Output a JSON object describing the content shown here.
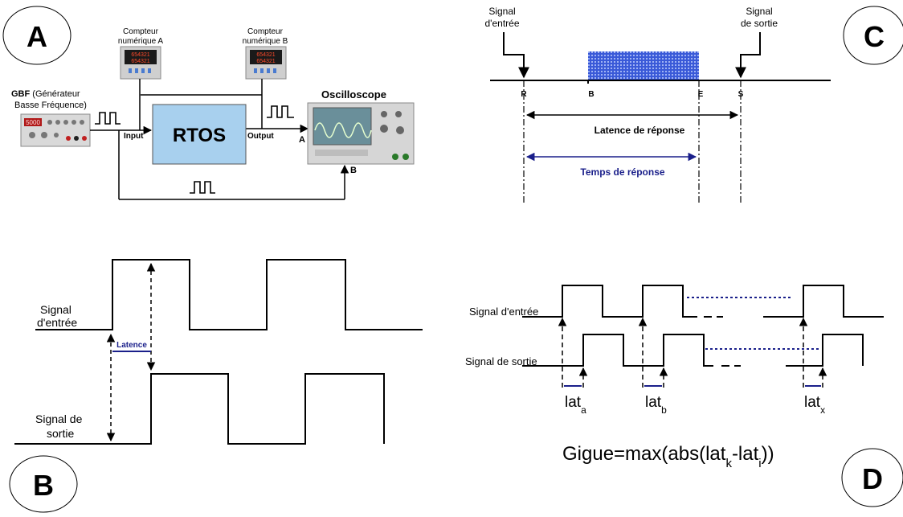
{
  "panel_a": {
    "letter": "A",
    "gbf_title": "GBF",
    "gbf_subtitle": " (Générateur",
    "gbf_line2": "Basse Fréquence)",
    "gbf_display": "5000",
    "counter_a_line1": "Compteur",
    "counter_a_line2": "numérique A",
    "counter_a_display1": "654321",
    "counter_a_display2": "654321",
    "counter_b_line1": "Compteur",
    "counter_b_line2": "numérique B",
    "counter_b_display1": "654321",
    "counter_b_display2": "654321",
    "rtos_label": "RTOS",
    "input_label": "Input",
    "output_label": "Output",
    "oscilloscope_label": "Oscilloscope",
    "channel_a": "A",
    "channel_b": "B"
  },
  "panel_b": {
    "letter": "B",
    "input_signal_line1": "Signal",
    "input_signal_line2": "d'entrée",
    "output_signal_line1": "Signal de",
    "output_signal_line2": "sortie",
    "latency_label": "Latence"
  },
  "panel_c": {
    "letter": "C",
    "input_signal_line1": "Signal",
    "input_signal_line2": "d'entrée",
    "output_signal_line1": "Signal",
    "output_signal_line2": "de sortie",
    "marker_r": "R",
    "marker_b": "B",
    "marker_e": "E",
    "marker_s": "S",
    "response_latency": "Latence de réponse",
    "response_time": "Temps de réponse"
  },
  "panel_d": {
    "letter": "D",
    "input_signal": "Signal d'entrée",
    "output_signal": "Signal de sortie",
    "lat_label": "lat",
    "lat_a_sub": "a",
    "lat_b_sub": "b",
    "lat_x_sub": "x",
    "formula_part1": "Gigue=max(abs(lat",
    "formula_sub_k": "k",
    "formula_part2": "-lat",
    "formula_sub_i": "i",
    "formula_part3": "))"
  },
  "colors": {
    "navy": "#1a1f8a",
    "rtos_fill": "#a8d0ee",
    "device_gray": "#c8c8c8"
  }
}
